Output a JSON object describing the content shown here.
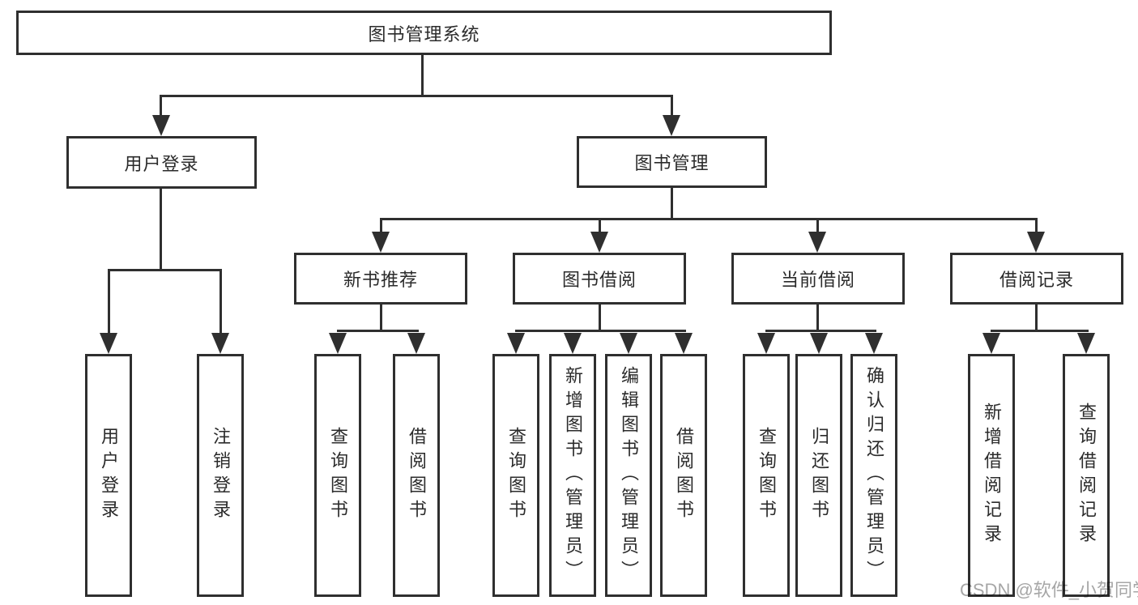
{
  "colors": {
    "line": "#2f2f2f",
    "ink": "#2b2b2b",
    "watermark": "#a6a6a6",
    "box_bg": "#ffffff"
  },
  "watermark": {
    "text": "CSDN @软件_小贺同学"
  },
  "tree": {
    "root": {
      "label": "图书管理系统"
    },
    "branches": [
      {
        "label": "用户登录",
        "children": [
          {
            "label": "用户登录"
          },
          {
            "label": "注销登录"
          }
        ]
      },
      {
        "label": "图书管理",
        "children": [
          {
            "label": "新书推荐",
            "children": [
              {
                "label": "查询图书"
              },
              {
                "label": "借阅图书"
              }
            ]
          },
          {
            "label": "图书借阅",
            "children": [
              {
                "label": "查询图书"
              },
              {
                "label": "新增图书（管理员）"
              },
              {
                "label": "编辑图书（管理员）"
              },
              {
                "label": "借阅图书"
              }
            ]
          },
          {
            "label": "当前借阅",
            "children": [
              {
                "label": "查询图书"
              },
              {
                "label": "归还图书"
              },
              {
                "label": "确认归还（管理员）"
              }
            ]
          },
          {
            "label": "借阅记录",
            "children": [
              {
                "label": "新增借阅记录"
              },
              {
                "label": "查询借阅记录"
              }
            ]
          }
        ]
      }
    ]
  }
}
